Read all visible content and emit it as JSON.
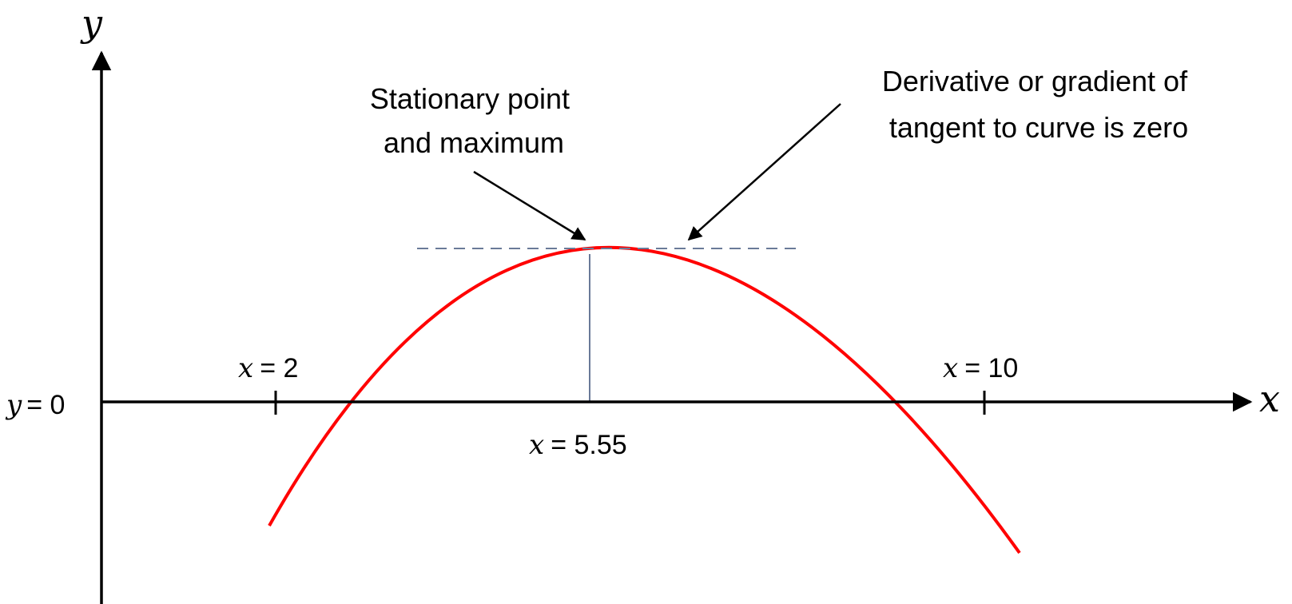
{
  "axes": {
    "y_axis_label": "y",
    "x_axis_label": "x",
    "y_zero_var": "y",
    "y_zero_value": "= 0"
  },
  "ticks": [
    {
      "var": "x",
      "value": "= 2"
    },
    {
      "var": "x",
      "value": "= 10"
    }
  ],
  "stationary": {
    "var": "x",
    "value": "= 5.55"
  },
  "annotations": {
    "stationary_point": [
      "Stationary point",
      "and maximum"
    ],
    "derivative": [
      "Derivative or gradient of",
      "tangent to curve is zero"
    ]
  },
  "colors": {
    "curve": "#ff0000",
    "tangent": "#6a7a98",
    "axis": "#000000",
    "background": "#ffffff"
  }
}
